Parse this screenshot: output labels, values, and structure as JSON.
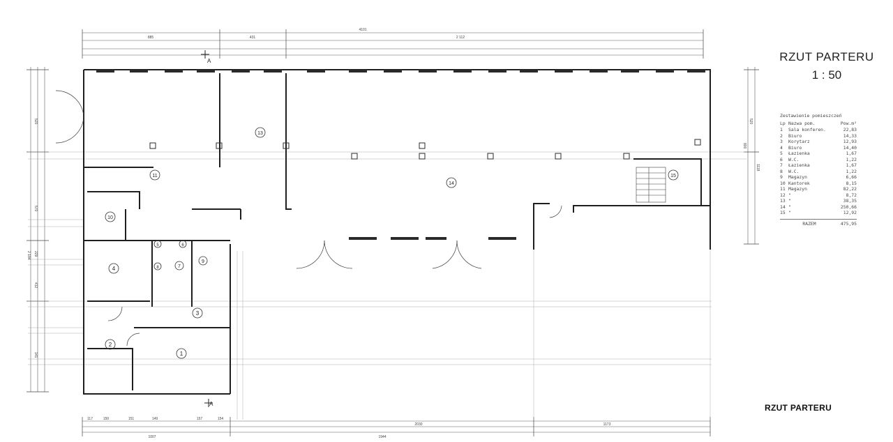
{
  "drawing": {
    "title": "RZUT PARTERU",
    "scale": "1 : 50",
    "bottom_title": "RZUT PARTERU",
    "section_marker": "A"
  },
  "room_schedule": {
    "caption": "Zestawienie pomieszczeń",
    "header": {
      "lp": "Lp",
      "name": "Nazwa pom.",
      "area": "Pow.m²"
    },
    "rows": [
      {
        "lp": "1",
        "name": "Sala konferen.",
        "area": "22,83"
      },
      {
        "lp": "2",
        "name": "Biuro",
        "area": "14,33"
      },
      {
        "lp": "3",
        "name": "Korytarz",
        "area": "12,93"
      },
      {
        "lp": "4",
        "name": "Biuro",
        "area": "14,40"
      },
      {
        "lp": "5",
        "name": "Łazienka",
        "area": "1,67"
      },
      {
        "lp": "6",
        "name": "W.C.",
        "area": "1,22"
      },
      {
        "lp": "7",
        "name": "Łazienka",
        "area": "1,67"
      },
      {
        "lp": "8",
        "name": "W.C.",
        "area": "1,22"
      },
      {
        "lp": "9",
        "name": "Magazyn",
        "area": "6,66"
      },
      {
        "lp": "10",
        "name": "Kantorek",
        "area": "8,15"
      },
      {
        "lp": "11",
        "name": "Magazyn",
        "area": "82,22"
      },
      {
        "lp": "12",
        "name": "\"",
        "area": "8,72"
      },
      {
        "lp": "13",
        "name": "\"",
        "area": "38,35"
      },
      {
        "lp": "14",
        "name": "\"",
        "area": "250,66"
      },
      {
        "lp": "15",
        "name": "\"",
        "area": "12,92"
      }
    ],
    "total_label": "RAZEM",
    "total_area": "475,95"
  },
  "dimensions": {
    "top_overall": "4101",
    "top_segments": [
      "885",
      "431",
      "2 112"
    ],
    "bottom_overall": "1944",
    "bottom_segments": [
      "1007",
      "2030",
      "1173"
    ],
    "bottom_small": [
      "117",
      "150",
      "151",
      "149",
      "157",
      "154"
    ],
    "right_side": [
      "520",
      "1118",
      "800"
    ],
    "left_side": [
      "2 184",
      "520",
      "570",
      "229",
      "412",
      "141"
    ]
  },
  "room_labels": [
    "1",
    "2",
    "3",
    "4",
    "5",
    "6",
    "7",
    "8",
    "9",
    "10",
    "11",
    "13",
    "14",
    "15"
  ]
}
